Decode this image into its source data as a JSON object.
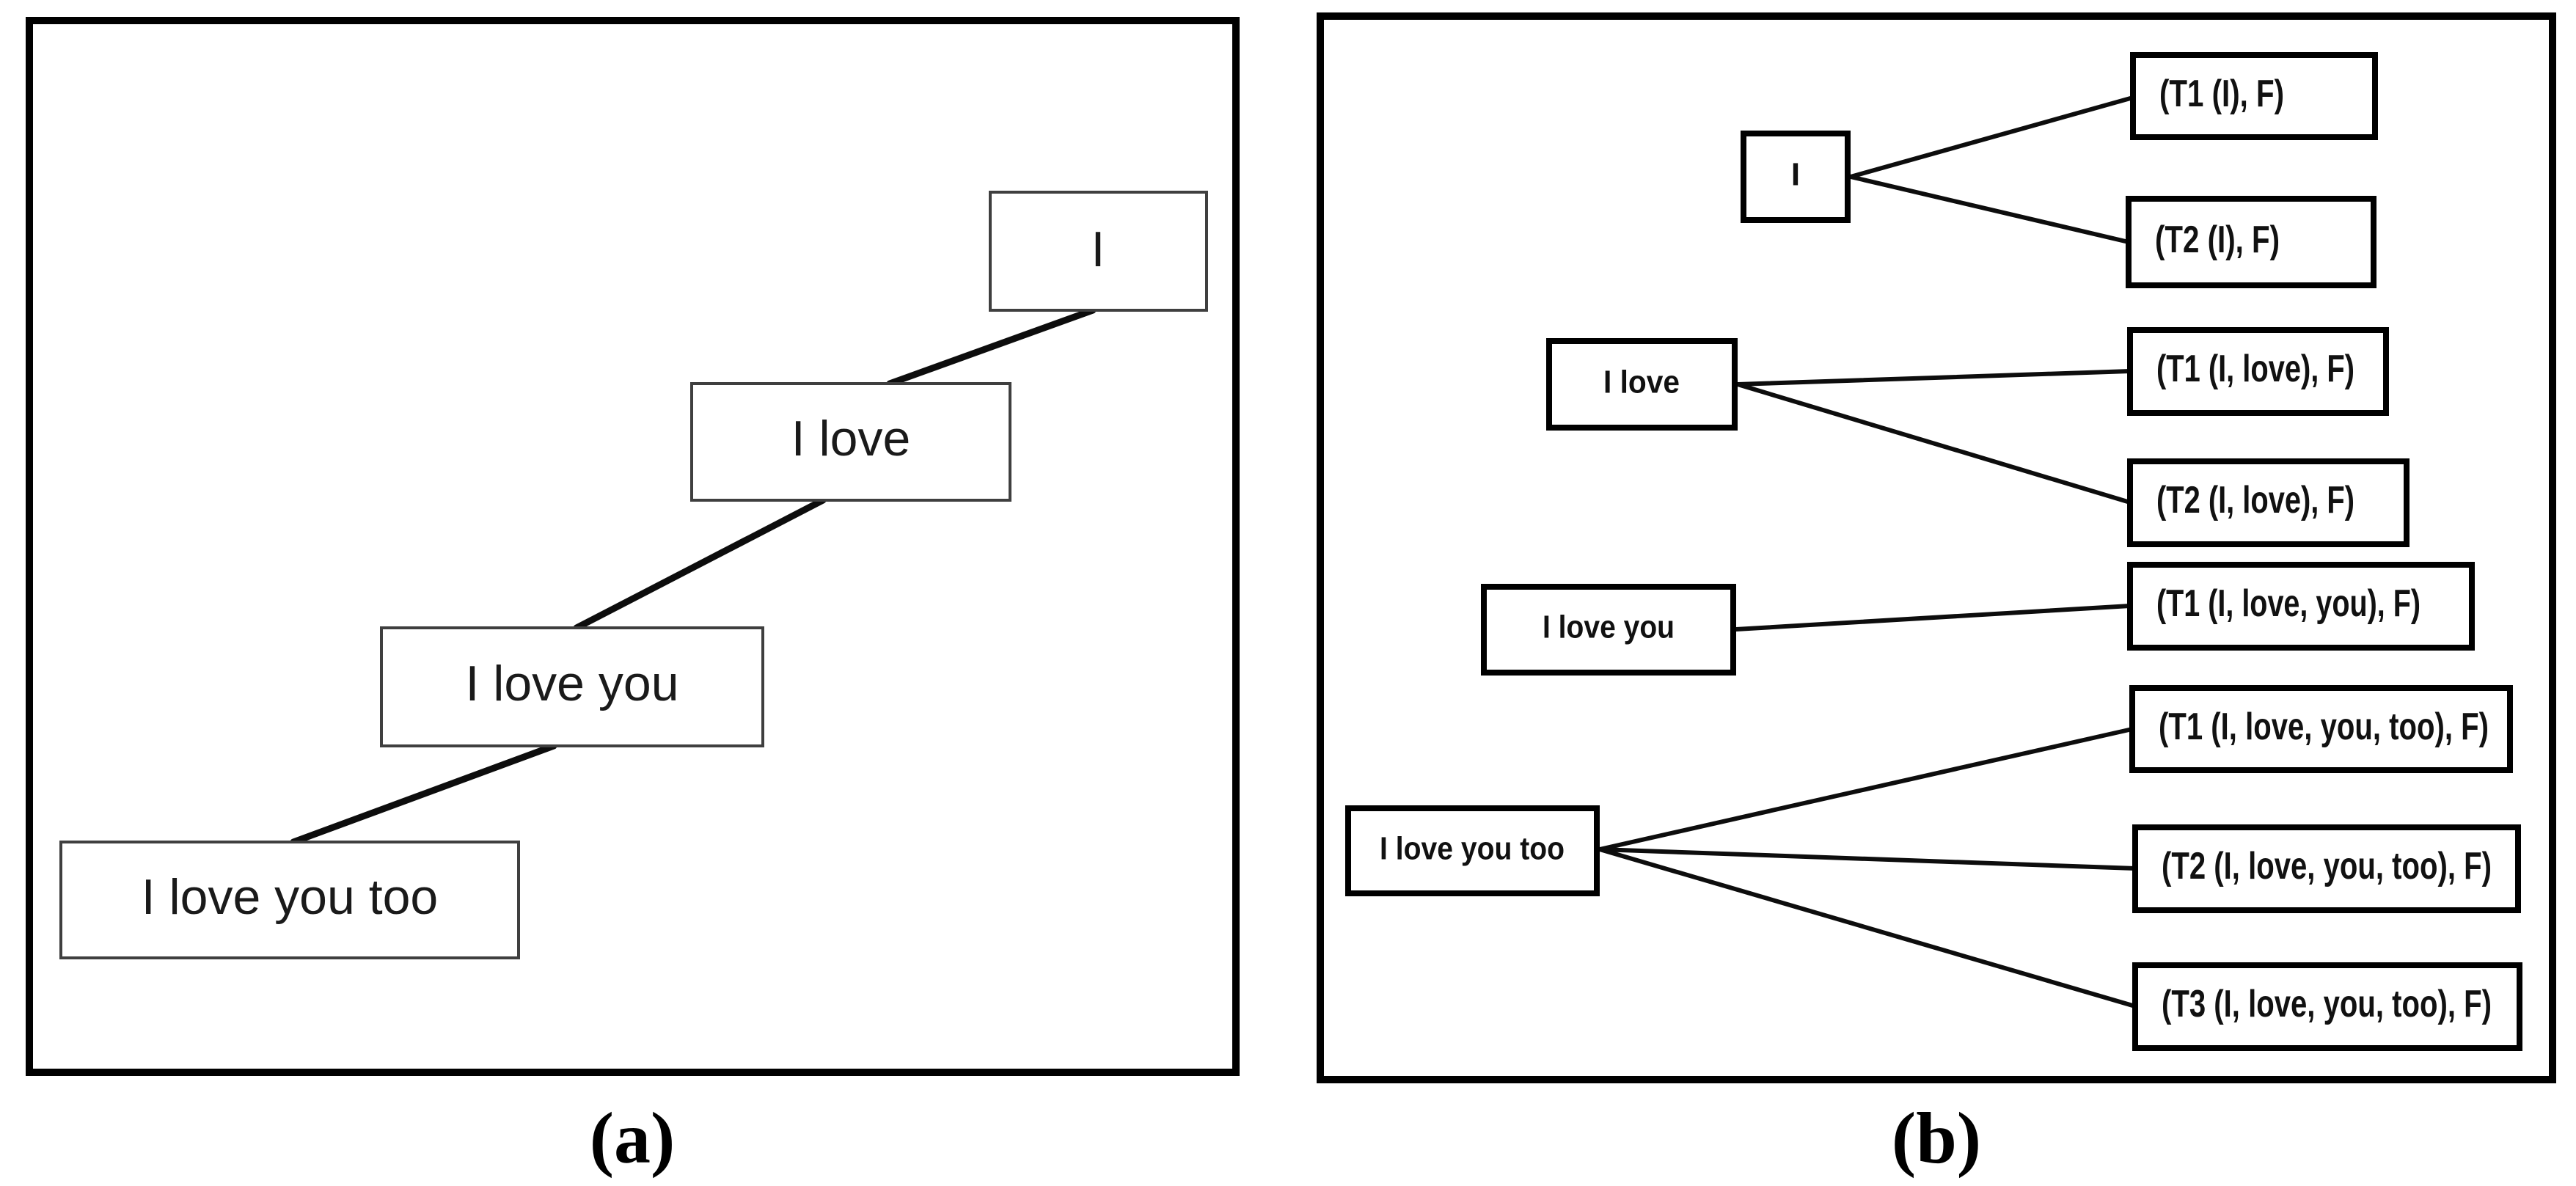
{
  "figure": {
    "caption_a": "(a)",
    "caption_b": "(b)"
  },
  "colors": {
    "background": "#ffffff",
    "panel_border": "#000000",
    "panel_a_box_border": "#3f3f3f",
    "panel_b_box_border": "#000000",
    "connector_line": "#0d0d0d",
    "text": "#1a1a1a"
  },
  "panel_a": {
    "nodes": [
      {
        "label": "I"
      },
      {
        "label": "I love"
      },
      {
        "label": "I love you"
      },
      {
        "label": "I love you too"
      }
    ],
    "edges": [
      [
        0,
        1
      ],
      [
        1,
        2
      ],
      [
        2,
        3
      ]
    ]
  },
  "panel_b": {
    "groups": [
      {
        "source": "I",
        "targets": [
          "(T1 (I), F)",
          "(T2 (I), F)"
        ]
      },
      {
        "source": "I love",
        "targets": [
          "(T1 (I, love), F)",
          "(T2 (I, love), F)"
        ]
      },
      {
        "source": "I love you",
        "targets": [
          "(T1 (I, love, you), F)"
        ]
      },
      {
        "source": "I love you too",
        "targets": [
          "(T1 (I, love, you, too), F)",
          "(T2 (I, love, you, too), F)",
          "(T3 (I, love, you, too), F)"
        ]
      }
    ]
  }
}
